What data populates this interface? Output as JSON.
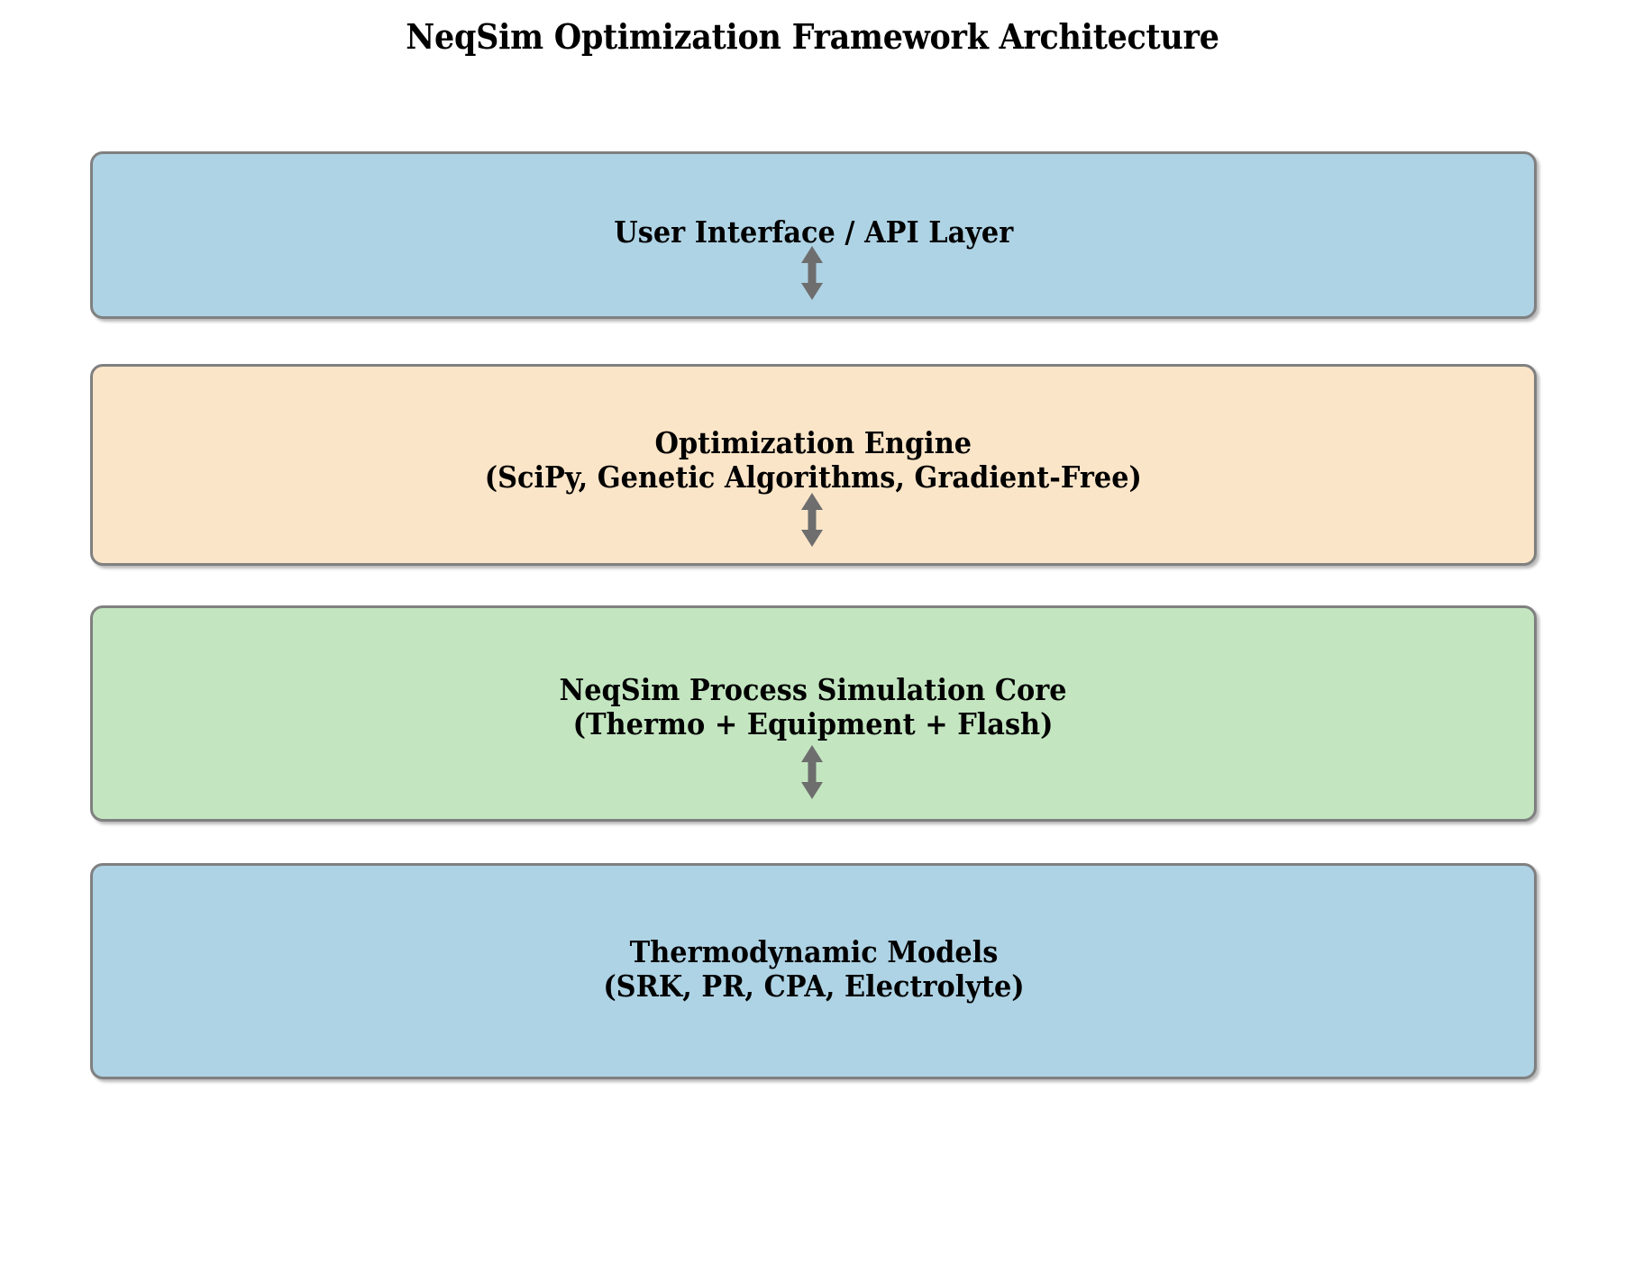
{
  "diagram": {
    "title": "NeqSim Optimization Framework Architecture",
    "background_color": "#ffffff",
    "border_color": "#808080",
    "arrow_color": "#6e6e6e",
    "text_color": "#000000",
    "layers": [
      {
        "id": "user-interface-api-layer",
        "label": "User Interface / API Layer",
        "fill_color": "#AED3E5"
      },
      {
        "id": "optimization-engine",
        "label": "Optimization Engine\n(SciPy, Genetic Algorithms, Gradient-Free)",
        "fill_color": "#FBE5C8"
      },
      {
        "id": "neqsim-process-simulation-core",
        "label": "NeqSim Process Simulation Core\n(Thermo + Equipment + Flash)",
        "fill_color": "#C3E6C0"
      },
      {
        "id": "thermodynamic-models",
        "label": "Thermodynamic Models\n(SRK, PR, CPA, Electrolyte)",
        "fill_color": "#AED3E5"
      }
    ],
    "connectors": [
      {
        "id": "connector-ui-to-optimizer",
        "type": "double-headed-vertical-arrow"
      },
      {
        "id": "connector-optimizer-to-core",
        "type": "double-headed-vertical-arrow"
      },
      {
        "id": "connector-core-to-thermo",
        "type": "double-headed-vertical-arrow"
      }
    ]
  }
}
